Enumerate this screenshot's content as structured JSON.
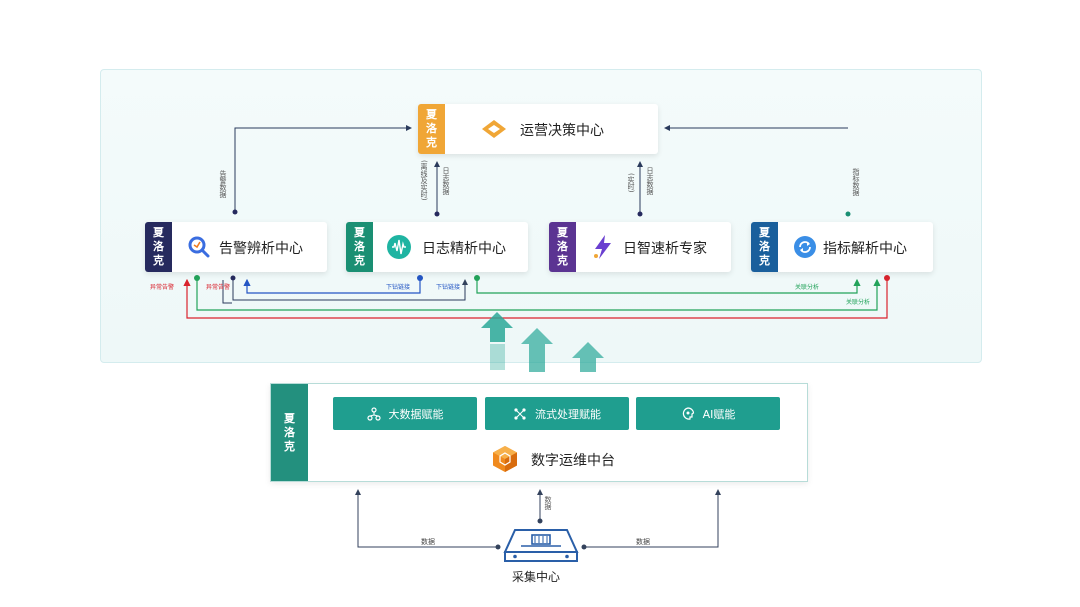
{
  "brand": {
    "chars": [
      "夏",
      "洛",
      "克"
    ]
  },
  "colors": {
    "decision": "#f0a636",
    "alarm": "#262a5e",
    "log": "#1a8f73",
    "fast": "#5b3492",
    "metric": "#1a5f9c",
    "platform": "#23907e",
    "pill": "#1f9e8f",
    "arrow_up": "#27a797"
  },
  "decision_center": {
    "title": "运营决策中心",
    "icon": "diamond-logo-icon"
  },
  "centers": [
    {
      "title": "告警辨析中心",
      "icon": "magnifier-icon"
    },
    {
      "title": "日志精析中心",
      "icon": "waveform-icon"
    },
    {
      "title": "日智速析专家",
      "icon": "lightning-icon"
    },
    {
      "title": "指标解析中心",
      "icon": "refresh-icon"
    }
  ],
  "up_labels": {
    "alarm": "告警数据",
    "log_side": "(离线及实时)",
    "log": "日志数据",
    "fast_side": "(实时)",
    "fast": "日志数据",
    "metric": "指标数据"
  },
  "bus_labels": {
    "l1": "异常告警",
    "l2": "异常告警",
    "l3": "下钻链接",
    "l4": "下钻链接",
    "l5": "关联分析",
    "l6": "关联分析"
  },
  "platform": {
    "title": "数字运维中台",
    "pills": [
      "大数据赋能",
      "流式处理赋能",
      "AI赋能"
    ]
  },
  "collection": {
    "title": "采集中心",
    "left_label": "数据",
    "center_label": "数据",
    "right_label": "数据"
  }
}
